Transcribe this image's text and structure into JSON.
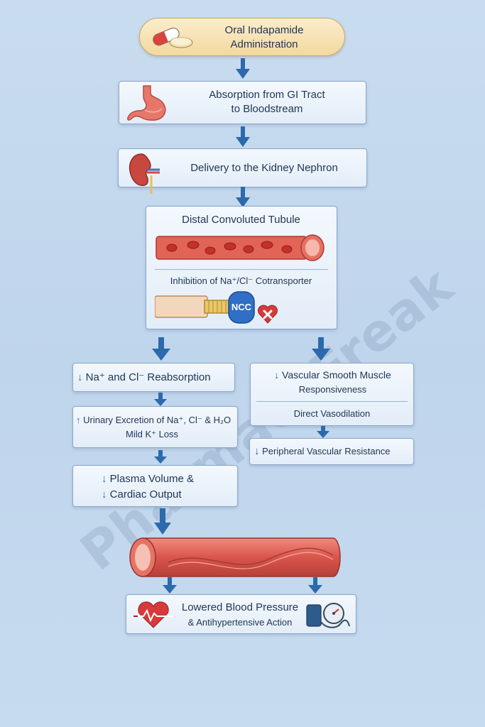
{
  "steps": {
    "oral": {
      "line1": "Oral Indapamide",
      "line2": "Administration"
    },
    "absorption": {
      "line1": "Absorption from GI Tract",
      "line2": "to Bloodstream"
    },
    "delivery": {
      "line1": "Delivery to the Kidney Nephron"
    },
    "dct": {
      "title": "Distal Convoluted Tubule",
      "inhibition": "Inhibition of Na⁺/Cl⁻ Cotransporter",
      "ncc": "NCC"
    },
    "reabsorption": {
      "label": "Na⁺ and Cl⁻ Reabsorption"
    },
    "excretion": {
      "line1": "Urinary Excretion of Na⁺, Cl⁻ & H₂O",
      "line2": "Mild K⁺ Loss"
    },
    "plasma": {
      "line1": "Plasma Volume &",
      "line2": "Cardiac Output"
    },
    "vascular": {
      "line1": "Vascular Smooth Muscle",
      "line2": "Responsiveness",
      "line3": "Direct Vasodilation"
    },
    "resistance": {
      "label": "Peripheral Vascular Resistance"
    },
    "outcome": {
      "line1": "Lowered Blood Pressure",
      "line2": "& Antihypertensive Action"
    }
  },
  "symbols": {
    "down": "↓",
    "up": "↑"
  },
  "watermark": "PharmacyFreak",
  "icons": [
    "pill-icon",
    "stomach-icon",
    "kidney-icon",
    "red-blood-cells-icon",
    "ncc-transporter-icon",
    "inhibit-x-icon",
    "blood-vessel-icon",
    "heart-icon",
    "blood-pressure-monitor-icon"
  ],
  "colors": {
    "accent": "#2c69ad",
    "box_border": "#8aa7c9",
    "top_box": "#f8e2b0",
    "vessel": "#d9554c",
    "inhibit": "#d63a3a"
  }
}
